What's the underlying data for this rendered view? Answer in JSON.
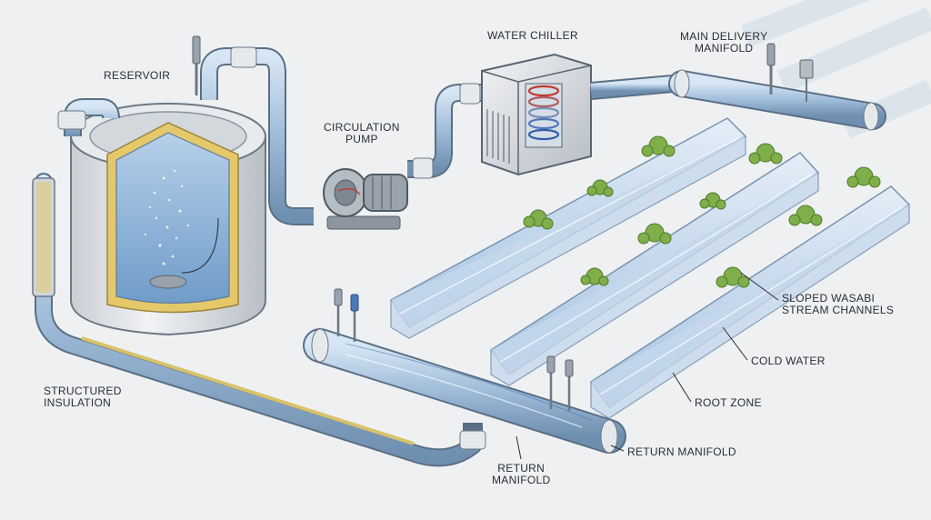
{
  "labels": {
    "reservoir": "RESERVOIR",
    "circulation_pump_1": "CIRCULATION",
    "circulation_pump_2": "PUMP",
    "water_chiller": "WATER CHILLER",
    "main_delivery_manifold_1": "MAIN DELIVERY",
    "main_delivery_manifold_2": "MANIFOLD",
    "sloped_channels_1": "SLOPED WASABI",
    "sloped_channels_2": "STREAM CHANNELS",
    "cold_water": "COLD WATER",
    "root_zone": "ROOT ZONE",
    "return_manifold_right": "RETURN MANIFOLD",
    "return_manifold_bottom_1": "RETURN",
    "return_manifold_bottom_2": "MANIFOLD",
    "structured_insulation_1": "STRUCTURED",
    "structured_insulation_2": "INSULATION"
  },
  "colors": {
    "background": "#eef0f2",
    "pipe": "#a9c3dc",
    "pipe_outline": "#5a6f84",
    "water": "#8fb8e0",
    "tank_body": "#e3e6ea",
    "insulation": "#d8c26a",
    "plant": "#7fae4a",
    "metal": "#9aa3ad"
  },
  "icons": [
    "reservoir-tank-icon",
    "circulation-pump-icon",
    "water-chiller-icon",
    "sensor-probe-icon",
    "wasabi-plant-icon"
  ]
}
